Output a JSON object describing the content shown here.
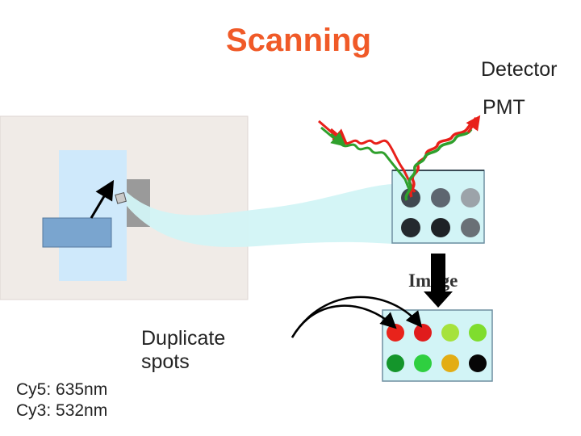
{
  "title": "Scanning",
  "labels": {
    "detector": "Detector",
    "pmt": "PMT",
    "image": "Image",
    "duplicate_line1": "Duplicate",
    "duplicate_line2": "spots",
    "cy5": "Cy5: 635nm",
    "cy3": "Cy3: 532nm"
  },
  "colors": {
    "title": "#f05a28",
    "red_laser": "#e8201a",
    "green_laser": "#2fa02c",
    "scanner_panel": "#f0ebe7",
    "slide": "#cfe9fb",
    "sample_block": "#7aa5cf",
    "light_beam": "#d2f4f6"
  },
  "detector_grid": [
    "#404850",
    "#5e6670",
    "#9ca3a9",
    "#24292e",
    "#1e2226",
    "#6a7076"
  ],
  "image_grid": [
    "#e8231b",
    "#e01c1c",
    "#a6e23c",
    "#7fdd2e",
    "#14952b",
    "#2fcf40",
    "#e3ad14",
    "#060606"
  ]
}
